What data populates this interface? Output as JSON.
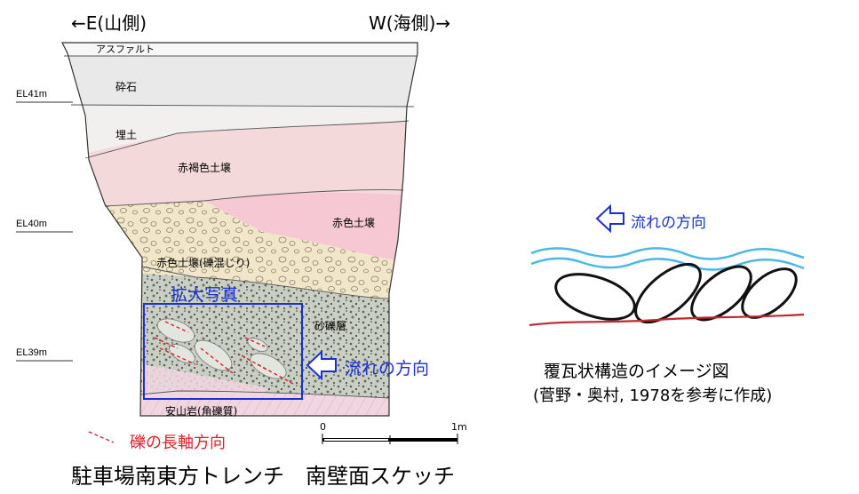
{
  "direction": {
    "east": "←E(山側)",
    "west": "W(海側)→"
  },
  "elevations": [
    "EL41m",
    "EL40m",
    "EL39m"
  ],
  "layers": {
    "asphalt": "アスファルト",
    "crushed_stone": "砕石",
    "fill": "埋土",
    "reddish_brown_soil": "赤褐色土壌",
    "red_soil": "赤色土壌",
    "red_soil_gravel": "赤色土壌(礫混じり)",
    "sandy_gravel": "砂礫層",
    "andesite": "安山岩(角礫質)"
  },
  "annotations": {
    "enlarged_photo": "拡大写真",
    "flow_direction": "流れの方向",
    "long_axis_legend": "礫の長軸方向"
  },
  "scale_bar": {
    "start": "0",
    "end": "1m"
  },
  "caption": "駐車場南東方トレンチ　南壁面スケッチ",
  "imbrication": {
    "flow_direction": "流れの方向",
    "title": "覆瓦状構造のイメージ図",
    "source": "(菅野・奥村, 1978を参考に作成)"
  },
  "colors": {
    "annotation_blue": "#1a2fd6",
    "legend_red": "#e0202a",
    "water_blue": "#49b8e6",
    "bed_red": "#c0282e"
  }
}
